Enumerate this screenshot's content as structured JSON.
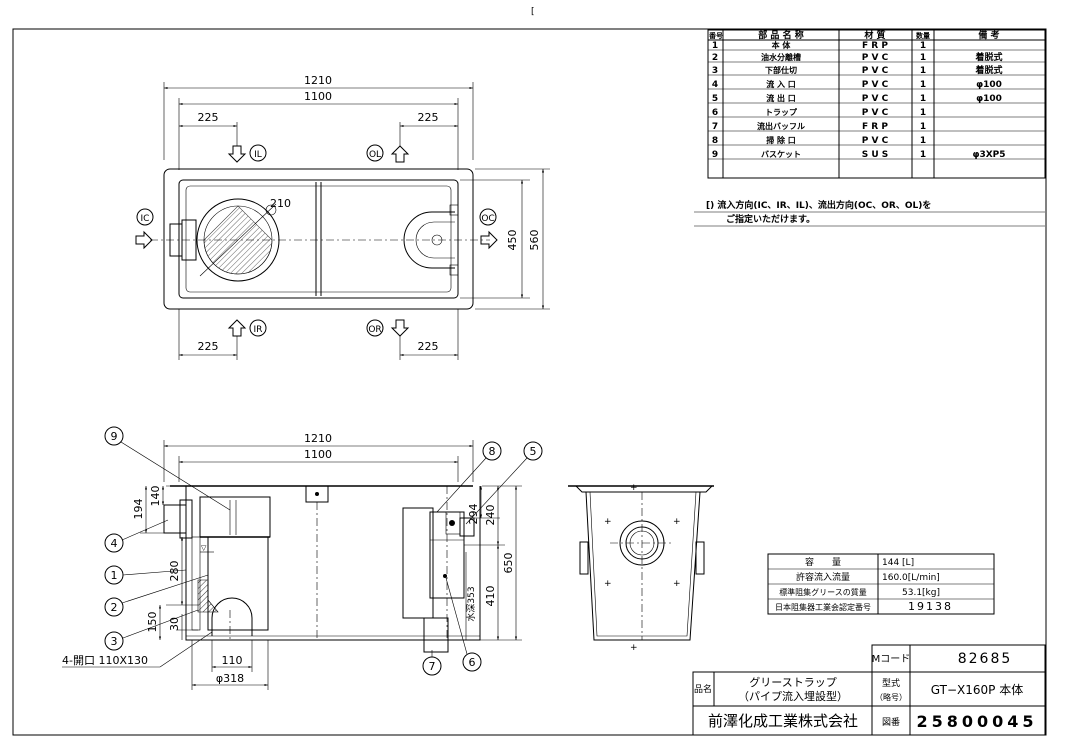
{
  "top_mark": "[",
  "parts_table": {
    "headers": [
      "番号",
      "部 品 名 称",
      "材 質",
      "数量",
      "備 考"
    ],
    "rows": [
      [
        "1",
        "本 体",
        "F R P",
        "1",
        ""
      ],
      [
        "2",
        "油水分離槽",
        "P V C",
        "1",
        "着脱式"
      ],
      [
        "3",
        "下部仕切",
        "P V C",
        "1",
        "着脱式"
      ],
      [
        "4",
        "流 入 口",
        "P V C",
        "1",
        "φ100"
      ],
      [
        "5",
        "流 出 口",
        "P V C",
        "1",
        "φ100"
      ],
      [
        "6",
        "トラップ",
        "P V C",
        "1",
        ""
      ],
      [
        "7",
        "流出バッフル",
        "F R P",
        "1",
        ""
      ],
      [
        "8",
        "掃 除 口",
        "P V C",
        "1",
        ""
      ],
      [
        "9",
        "バスケット",
        "S U S",
        "1",
        "φ3XP5"
      ]
    ]
  },
  "note": {
    "line1": "[) 流入方向(IC、IR、IL)、流出方向(OC、OR、OL)を",
    "line2": "ご指定いただけます。"
  },
  "plan_view": {
    "dim_1210": "1210",
    "dim_1100": "1100",
    "dim_225_tl": "225",
    "dim_225_tr": "225",
    "dim_225_bl": "225",
    "dim_225_br": "225",
    "dim_450": "450",
    "dim_560": "560",
    "dim_r210": "210",
    "label_il": "IL",
    "label_ic": "IC",
    "label_ir": "IR",
    "label_ol": "OL",
    "label_oc": "OC",
    "label_or": "OR"
  },
  "section_view": {
    "dim_1210": "1210",
    "dim_1100": "1100",
    "dim_194": "194",
    "dim_140": "140",
    "dim_280": "280",
    "dim_150": "150",
    "dim_30": "30",
    "dim_240": "240",
    "dim_294": "294",
    "dim_353": "水深353",
    "dim_410": "410",
    "dim_650": "650",
    "dim_110": "110",
    "dim_318": "φ318",
    "opening": "4-開口 110X130",
    "balloons": [
      "9",
      "8",
      "5",
      "4",
      "1",
      "2",
      "3",
      "7",
      "6"
    ]
  },
  "spec_table": {
    "rows": [
      [
        "容　　量",
        "144 [L]"
      ],
      [
        "許容流入流量",
        "160.0[L/min]"
      ],
      [
        "標準阻集グリースの質量",
        "53.1[kg]"
      ],
      [
        "日本阻集器工業会認定番号",
        "19138"
      ]
    ]
  },
  "title_block": {
    "mcode_label": "Mコード",
    "mcode_value": "82685",
    "name_label": "品名",
    "product_name_1": "グリーストラップ",
    "product_name_2": "（パイプ流入埋設型）",
    "model_label_1": "型式",
    "model_label_2": "（略号）",
    "model_value": "GT−X160P 本体",
    "company": "前澤化成工業株式会社",
    "drawing_label": "図番",
    "drawing_number": "25800045"
  }
}
